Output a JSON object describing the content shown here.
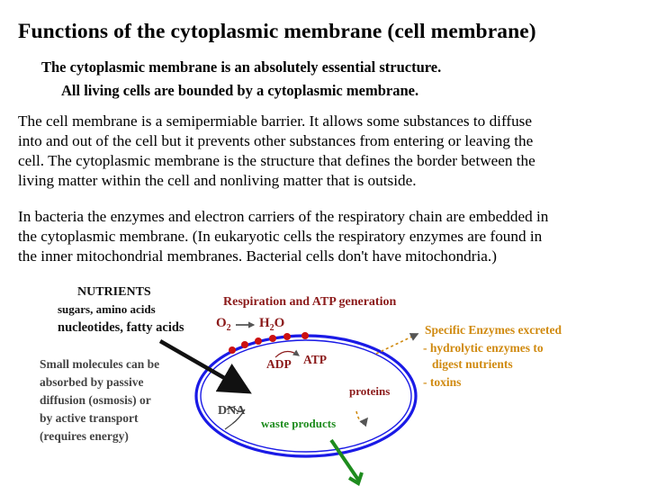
{
  "heading": "Functions of the cytoplasmic membrane  (cell membrane)",
  "intro": [
    "The cytoplasmic membrane is an absolutely essential structure.",
    "All living cells are bounded by a cytoplasmic membrane."
  ],
  "paragraph1": [
    "The cell membrane is a semipermiable barrier.  It allows some substances  to diffuse",
    "into and out of the cell but it prevents other substances from entering or leaving the",
    "cell.  The cytoplasmic membrane is the structure that defines the border between the",
    "living matter within the cell and nonliving matter that is outside."
  ],
  "paragraph2": [
    "In bacteria the enzymes and electron carriers of the respiratory chain are embedded in",
    "the cytoplasmic membrane.   (In eukaryotic cells the respiratory enzymes are found in",
    "the inner mitochondrial membranes.  Bacterial cells don't have mitochondria.)"
  ],
  "diagram": {
    "nutrients_title": "NUTRIENTS",
    "nutrients_line1": "sugars, amino acids",
    "nutrients_line2": "nucleotides, fatty acids",
    "small_molecules": [
      "Small molecules can be",
      "absorbed by passive",
      "diffusion (osmosis) or",
      "by active transport",
      "(requires energy)"
    ],
    "respiration_label": "Respiration and ATP generation",
    "o2_label": "O",
    "o2_sub": "2",
    "h2o_label_h": "H",
    "h2o_sub": "2",
    "h2o_label_o": "O",
    "adp_label": "ADP",
    "atp_label": "ATP",
    "dna_label": "DNA",
    "proteins_label": "proteins",
    "waste_label": "waste products",
    "enzymes_title": "Specific Enzymes  excreted",
    "enzymes_lines": [
      "- hydrolytic enzymes to",
      "digest nutrients",
      "- toxins"
    ],
    "colors": {
      "membrane": "#1a1ae6",
      "maroon": "#8b1a1a",
      "red_dot": "#cc1111",
      "orange": "#d08a10",
      "green": "#1e8c1e",
      "black_text": "#111111",
      "gray_text": "#444444"
    }
  }
}
